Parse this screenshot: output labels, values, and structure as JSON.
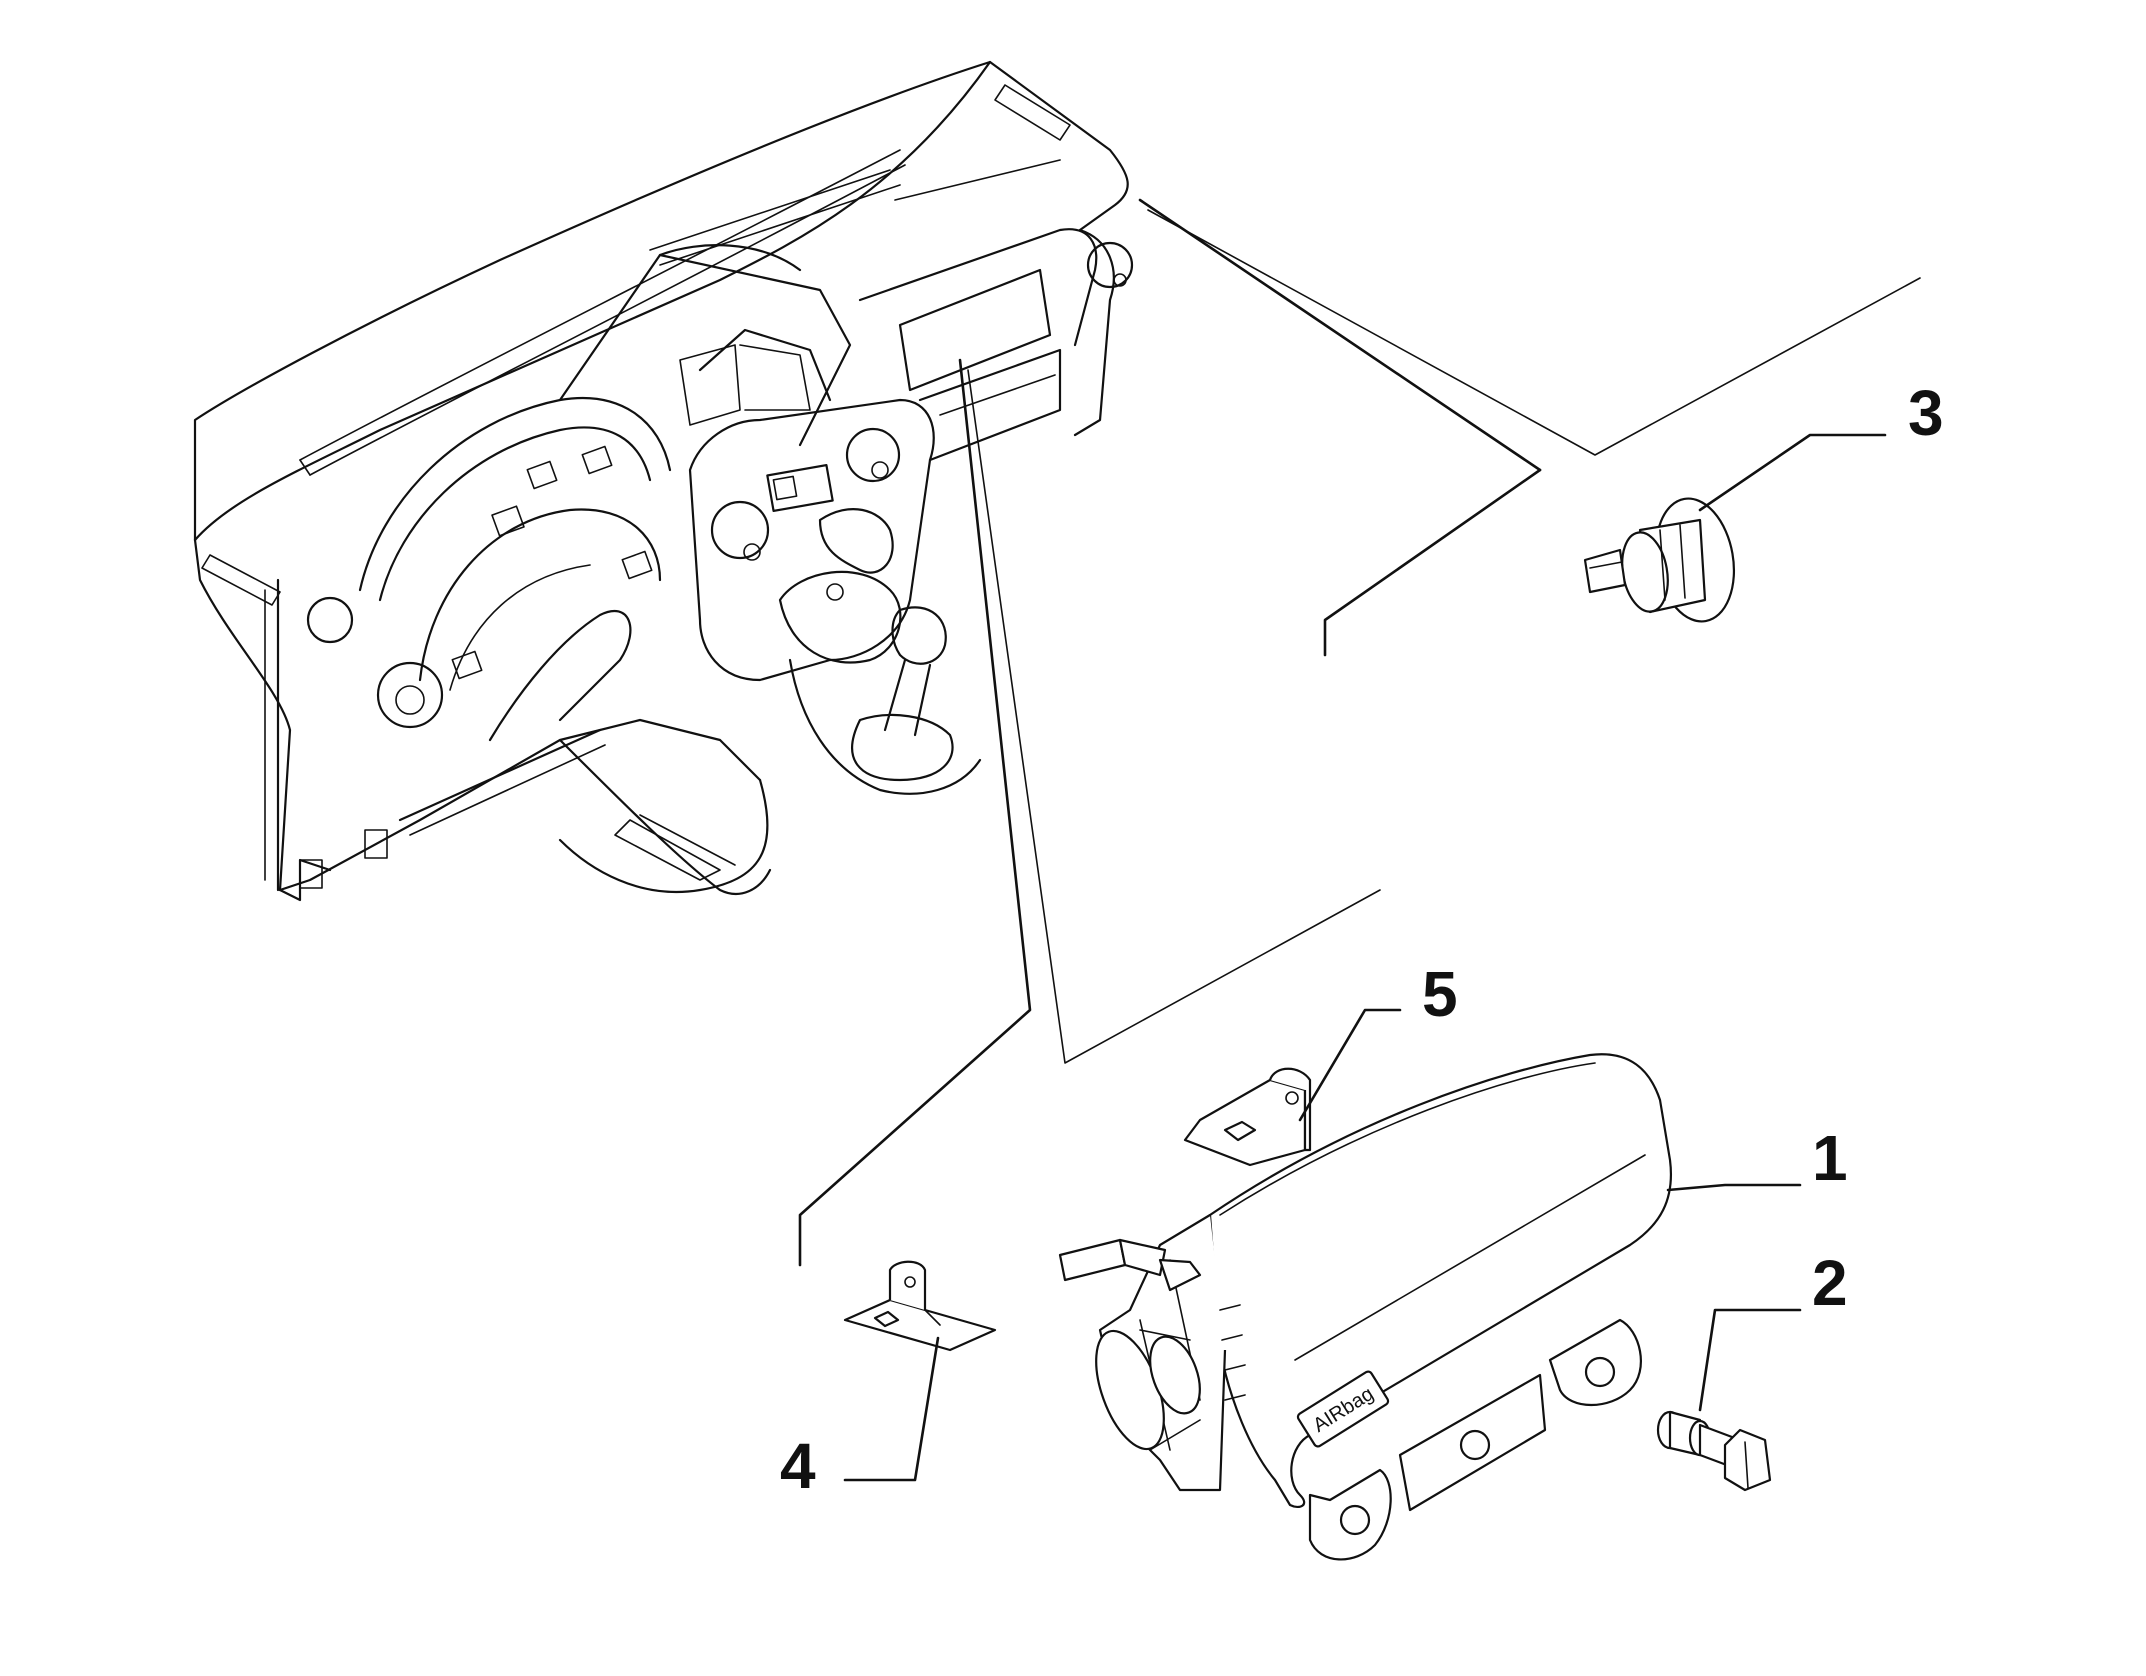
{
  "callouts": {
    "part1": "1",
    "part2": "2",
    "part3": "3",
    "part4": "4",
    "part5": "5"
  },
  "airbag_label": "AIRbag",
  "colors": {
    "line": "#111111",
    "background": "#ffffff"
  }
}
